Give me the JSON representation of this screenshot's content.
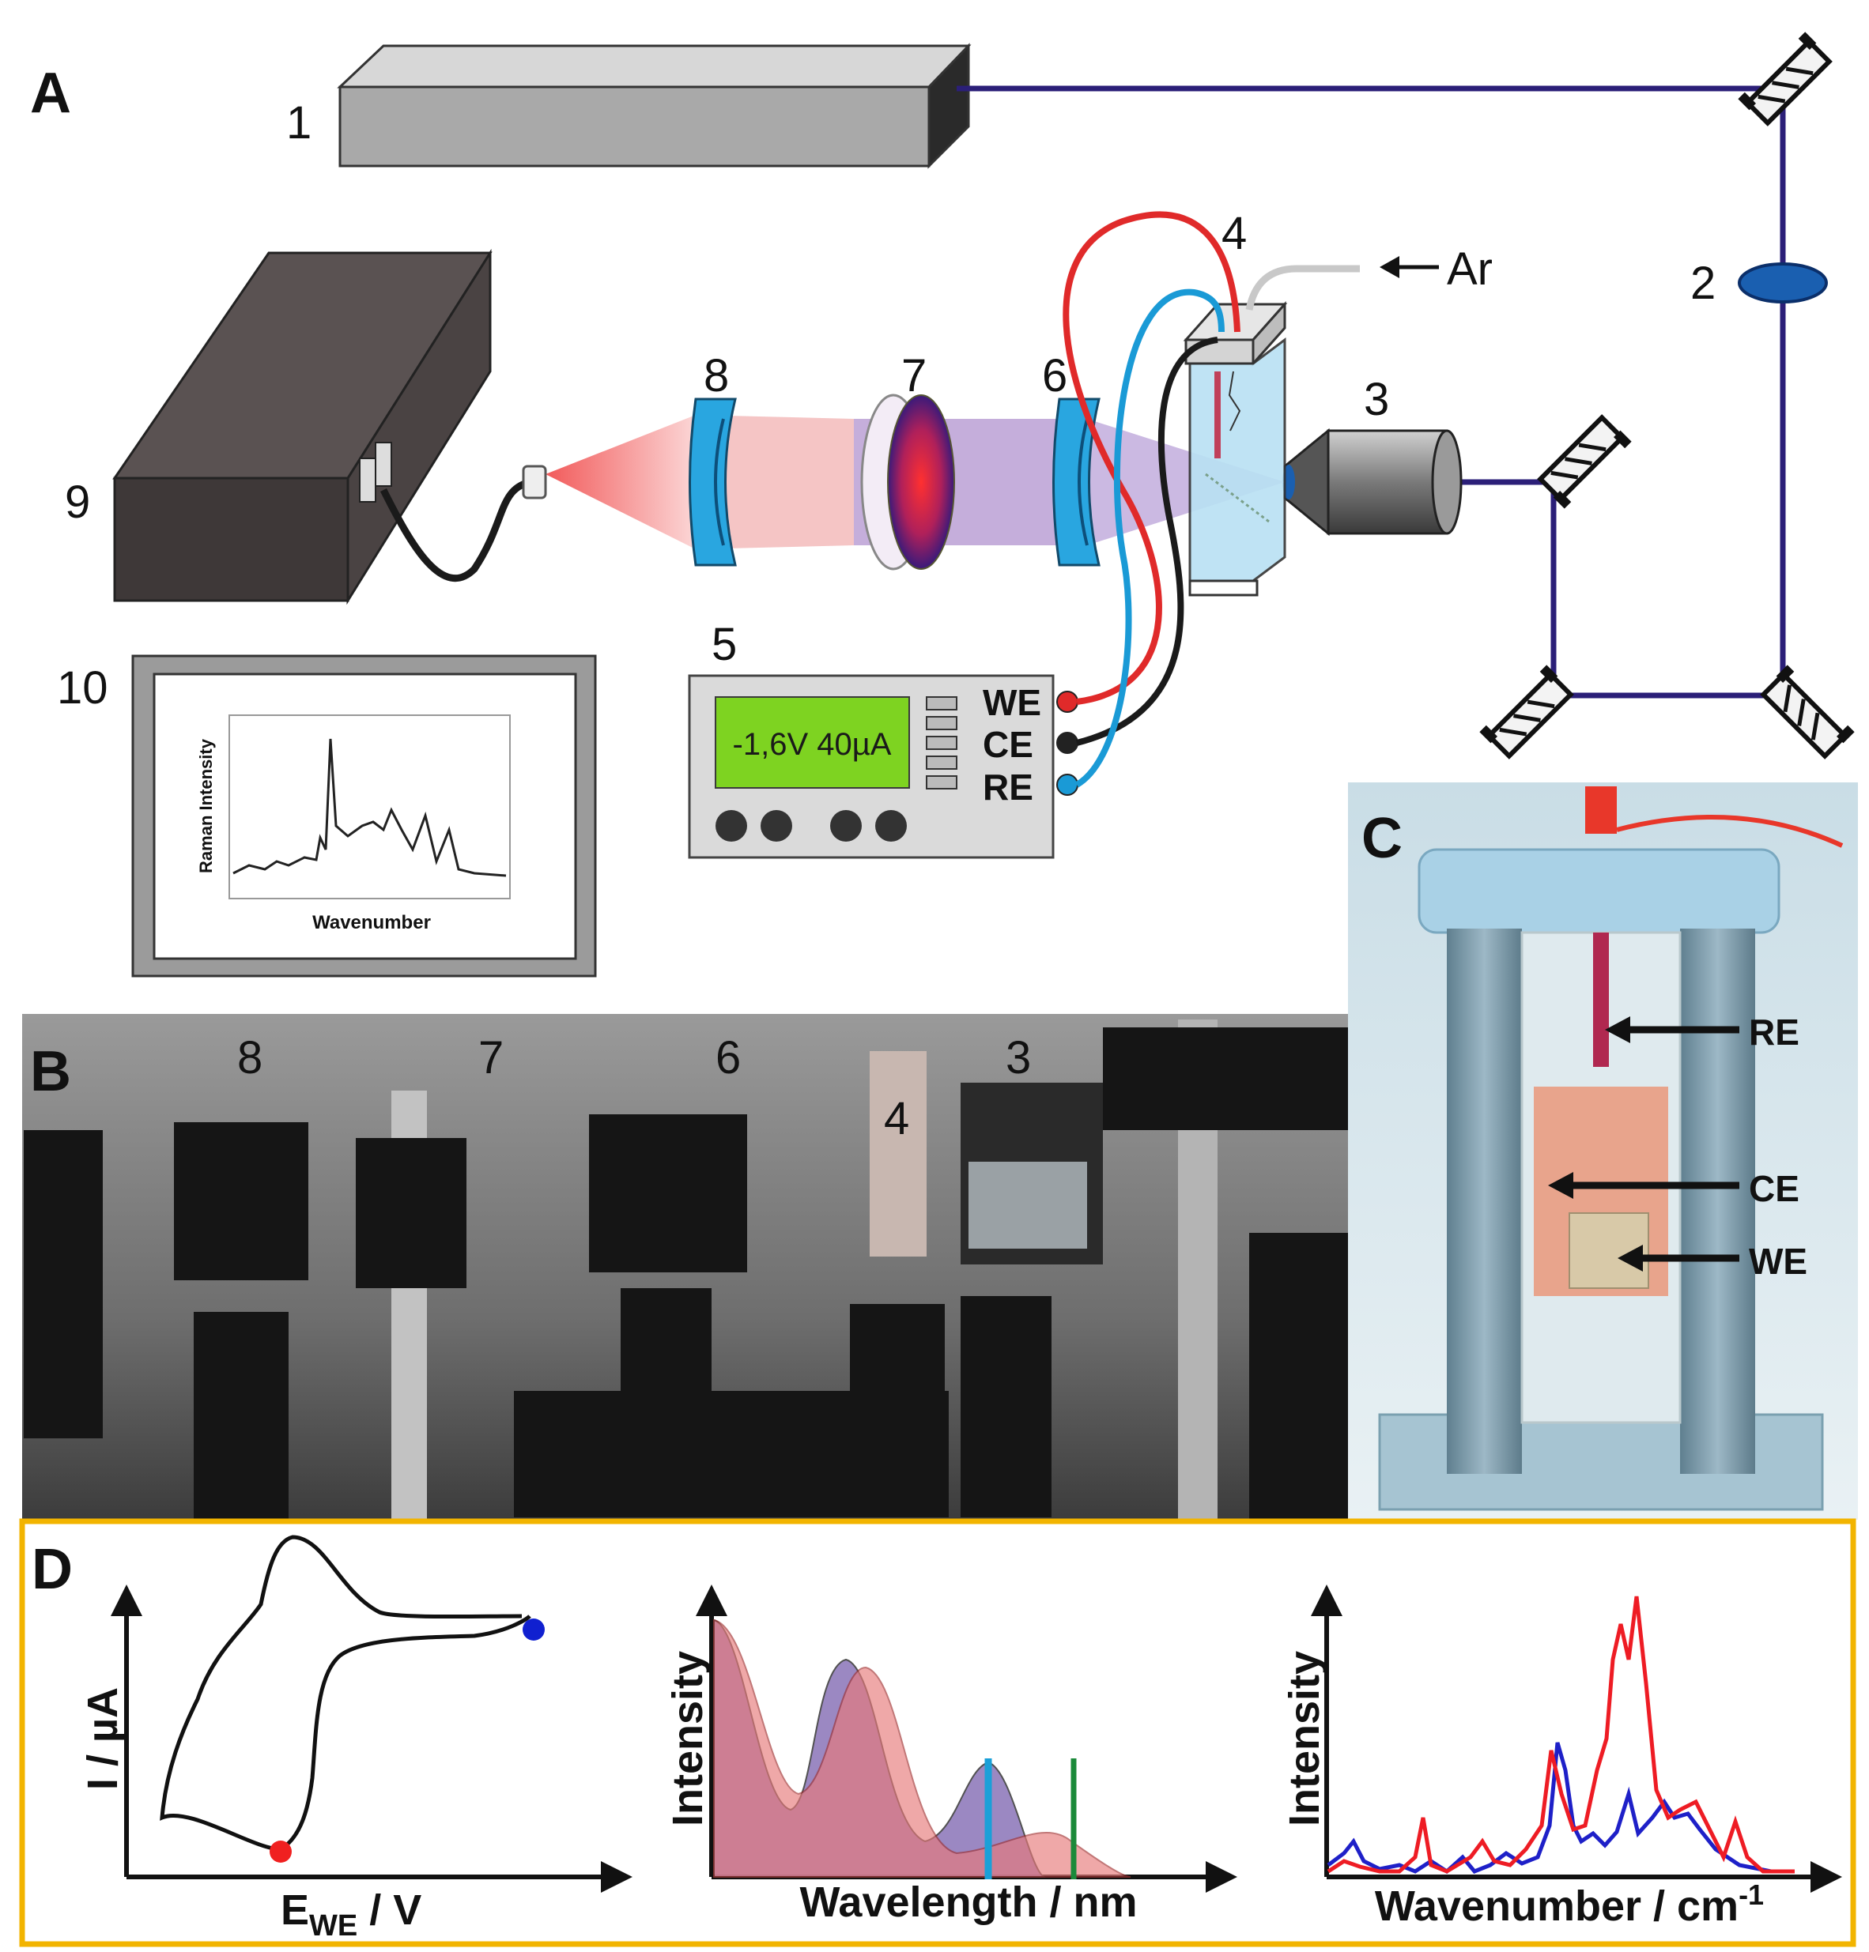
{
  "panels": {
    "A": "A",
    "B": "B",
    "C": "C",
    "D": "D"
  },
  "panel_a": {
    "component_numbers": [
      "1",
      "2",
      "3",
      "4",
      "5",
      "6",
      "7",
      "8",
      "9",
      "10"
    ],
    "gas_label": "Ar",
    "potentiostat_display": "-1,6V 40µA",
    "electrodes": [
      "WE",
      "CE",
      "RE"
    ],
    "inset_xlabel": "Wavenumber",
    "inset_ylabel": "Raman Intensity",
    "colors": {
      "beam": "#2b1f78",
      "we_wire": "#e02a2a",
      "ce_wire": "#1a1a1a",
      "re_wire": "#1a9ad6",
      "display": "#7ed321",
      "lens": "#29a6e0"
    }
  },
  "panel_b": {
    "labels": [
      "8",
      "7",
      "6",
      "4",
      "3"
    ]
  },
  "panel_c": {
    "labels": [
      "RE",
      "CE",
      "WE"
    ]
  },
  "panel_d": {
    "border_color": "#f2b400",
    "cv": {
      "ylabel": "I / µA",
      "xlabel_main": "E",
      "xlabel_sub": "WE",
      "xlabel_tail": " / V"
    },
    "absorption": {
      "ylabel": "Intensity",
      "xlabel": "Wavelength / nm"
    },
    "raman": {
      "ylabel": "Intensity",
      "xlabel_main": "Wavenumber / cm",
      "xlabel_sup": "-1"
    }
  }
}
